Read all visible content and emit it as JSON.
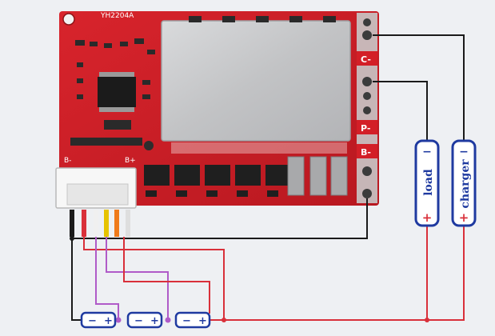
{
  "diagram": {
    "board": {
      "model_label": "YH2204A",
      "pad_labels": {
        "c_minus": "C-",
        "p_minus": "P-",
        "b_minus": "B-",
        "left_b_minus": "B-",
        "left_b_plus": "B+"
      }
    },
    "devices": {
      "load": {
        "name": "load",
        "minus": "−",
        "plus": "+"
      },
      "charger": {
        "name": "charger",
        "minus": "−",
        "plus": "+"
      }
    },
    "cells": [
      {
        "minus": "−",
        "plus": "+"
      },
      {
        "minus": "−",
        "plus": "+"
      },
      {
        "minus": "−",
        "plus": "+"
      }
    ],
    "colors": {
      "pcb": "#d31f27",
      "shield": "#c8c9cb",
      "wire_black": "#1a1a1a",
      "wire_red": "#d9303a",
      "wire_purple": "#b05bc8",
      "wire_yellow": "#e6c300",
      "wire_orange": "#ef7a1a",
      "battery_outline": "#1f3aa0",
      "battery_fill": "#ffffff"
    }
  }
}
